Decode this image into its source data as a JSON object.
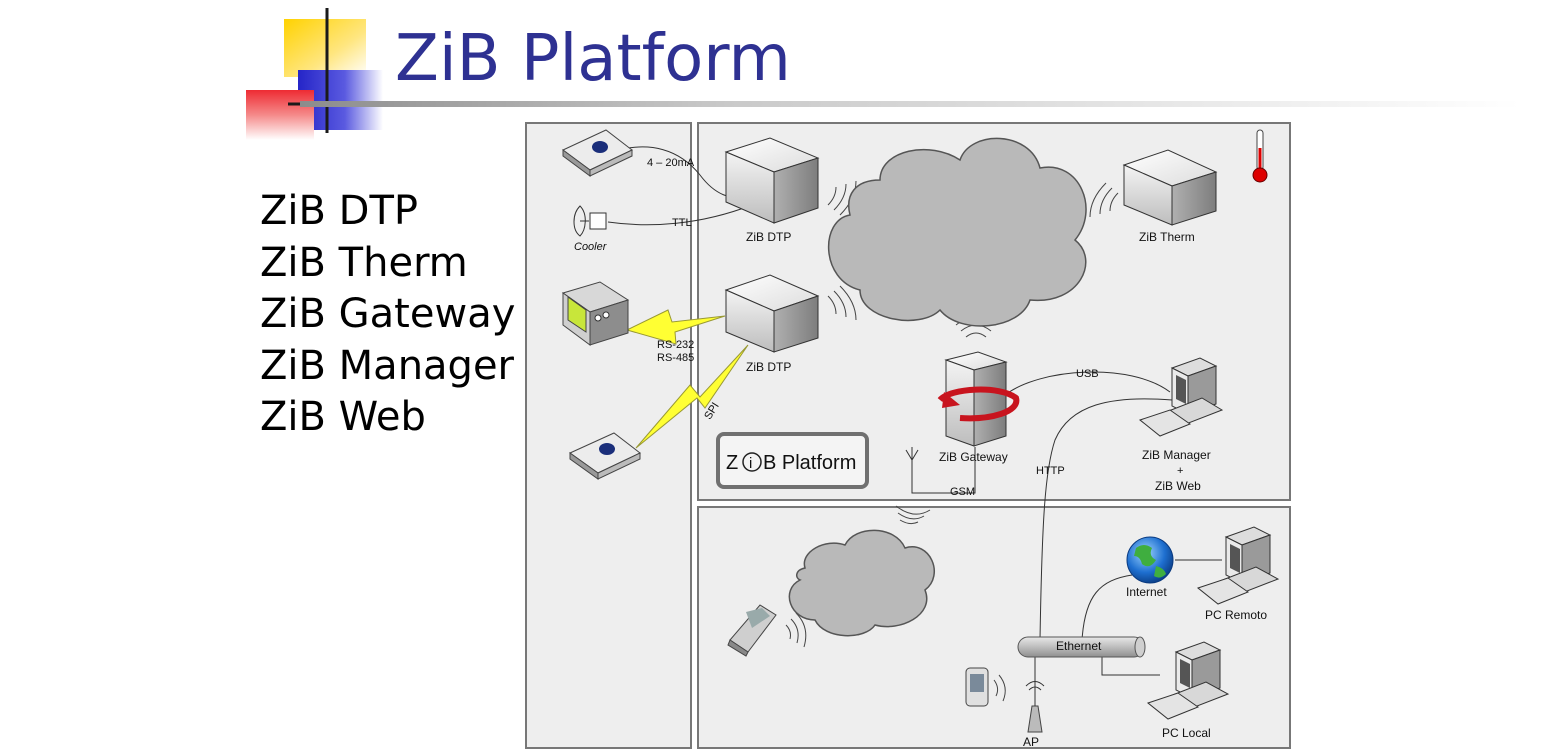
{
  "slide": {
    "title": "ZiB Platform",
    "bullets": [
      "ZiB DTP",
      "ZiB Therm",
      "ZiB Gateway",
      "ZiB Manager",
      "ZiB Web"
    ]
  },
  "diagram": {
    "devices": {
      "dtp_top": "ZiB DTP",
      "dtp_mid": "ZiB DTP",
      "therm": "ZiB Therm",
      "gateway": "ZiB Gateway",
      "manager_line1": "ZiB Manager",
      "manager_line2": "+",
      "manager_line3": "ZiB Web",
      "internet": "Internet",
      "pc_remote": "PC Remoto",
      "pc_local": "PC Local",
      "ap": "AP",
      "cooler": "Cooler"
    },
    "links": {
      "analog": "4 – 20mA",
      "ttl": "TTL",
      "rs232": "RS-232",
      "rs485": "RS-485",
      "spi": "SPI",
      "usb": "USB",
      "http": "HTTP",
      "gsm": "GSM",
      "ethernet": "Ethernet"
    },
    "badge": {
      "prefix": "Z",
      "mid": "i",
      "suffix": "B Platform"
    }
  },
  "colors": {
    "title": "#2e3192",
    "logo_yellow": "#ffcc00",
    "logo_blue": "#3333cc",
    "logo_red": "#e8323a",
    "panel_bg": "#eeeeee",
    "panel_border": "#777777",
    "cloud": "#b9b9b9",
    "lightning": "#ffff33"
  },
  "icons": [
    "sensor-icon",
    "fan-icon",
    "panel-meter-icon",
    "server-box-icon",
    "cloud-icon",
    "thermometer-icon",
    "gateway-tower-icon",
    "desktop-pc-icon",
    "globe-icon",
    "mobile-phone-icon",
    "pda-icon",
    "antenna-icon",
    "wifi-signal-icon",
    "lightning-link-icon"
  ]
}
